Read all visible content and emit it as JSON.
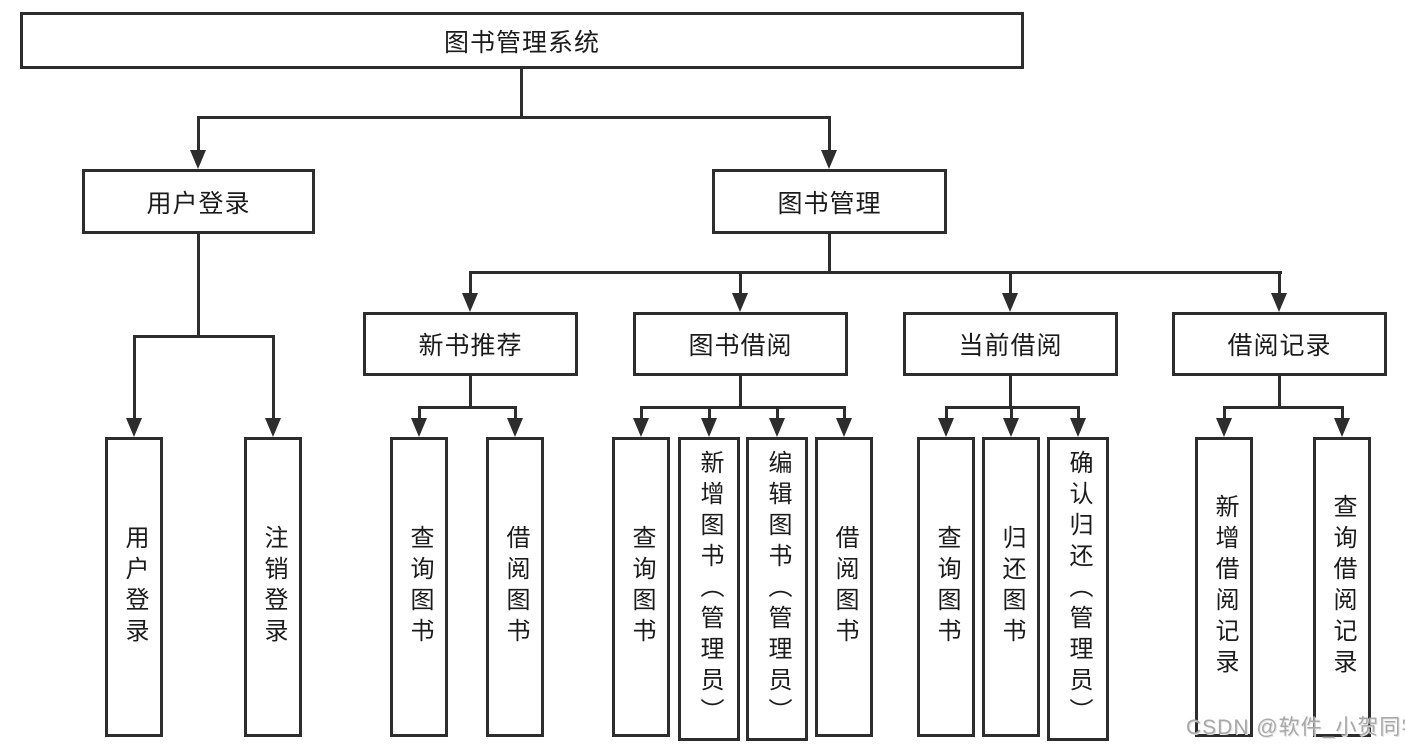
{
  "diagram_title": "图书管理系统",
  "colors": {
    "line": "#2d2d2d",
    "text": "#1b1b1b",
    "background": "#ffffff",
    "watermark_gray": "#a8a8a8"
  },
  "nodes": {
    "root": {
      "label": "图书管理系统"
    },
    "user_login": {
      "label": "用户登录"
    },
    "book_management": {
      "label": "图书管理"
    },
    "level3": [
      {
        "label": "新书推荐"
      },
      {
        "label": "图书借阅"
      },
      {
        "label": "当前借阅"
      },
      {
        "label": "借阅记录"
      }
    ],
    "leaves": [
      {
        "label": "用户登录"
      },
      {
        "label": "注销登录"
      },
      {
        "label": "查询图书"
      },
      {
        "label": "借阅图书"
      },
      {
        "label": "查询图书"
      },
      {
        "label": "新增图书（管理员）"
      },
      {
        "label": "编辑图书（管理员）"
      },
      {
        "label": "借阅图书"
      },
      {
        "label": "查询图书"
      },
      {
        "label": "归还图书"
      },
      {
        "label": "确认归还（管理员）"
      },
      {
        "label": "新增借阅记录"
      },
      {
        "label": "查询借阅记录"
      }
    ]
  },
  "watermark": {
    "text": "CSDN @软件_小贺同学"
  }
}
